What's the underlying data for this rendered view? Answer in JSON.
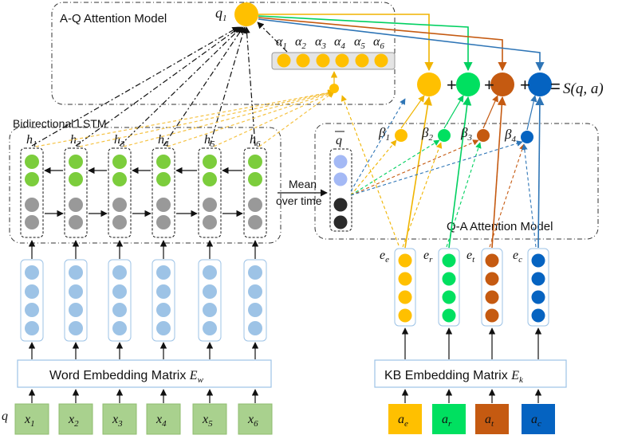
{
  "labels": {
    "aq_model": "A-Q Attention Model",
    "bilstm": "Bidirectional LSTM",
    "mean": "Mean",
    "over_time": "over time",
    "qa_model": "Q-A Attention Model",
    "word_emb": "Word Embedding Matrix ",
    "kb_emb": "KB Embedding Matrix ",
    "q_label": "q",
    "q1_base": "q",
    "q1_sub": "1",
    "qbar": "q",
    "score": "S(q, a)",
    "plus": "+",
    "equals": "="
  },
  "word_emb_symbol": {
    "base": "E",
    "sub": "w"
  },
  "kb_emb_symbol": {
    "base": "E",
    "sub": "k"
  },
  "lstm_labels": [
    {
      "base": "h",
      "sub": "1"
    },
    {
      "base": "h",
      "sub": "2"
    },
    {
      "base": "h",
      "sub": "3"
    },
    {
      "base": "h",
      "sub": "4"
    },
    {
      "base": "h",
      "sub": "5"
    },
    {
      "base": "h",
      "sub": "6"
    }
  ],
  "alpha_labels": [
    {
      "base": "α",
      "sub": "1"
    },
    {
      "base": "α",
      "sub": "2"
    },
    {
      "base": "α",
      "sub": "3"
    },
    {
      "base": "α",
      "sub": "4"
    },
    {
      "base": "α",
      "sub": "5"
    },
    {
      "base": "α",
      "sub": "6"
    }
  ],
  "beta_labels": [
    {
      "base": "β",
      "sub": "1"
    },
    {
      "base": "β",
      "sub": "2"
    },
    {
      "base": "β",
      "sub": "3"
    },
    {
      "base": "β",
      "sub": "4"
    }
  ],
  "inputs": [
    {
      "base": "x",
      "sub": "1"
    },
    {
      "base": "x",
      "sub": "2"
    },
    {
      "base": "x",
      "sub": "3"
    },
    {
      "base": "x",
      "sub": "4"
    },
    {
      "base": "x",
      "sub": "5"
    },
    {
      "base": "x",
      "sub": "6"
    }
  ],
  "answer_aspects": [
    {
      "base": "a",
      "sub": "e",
      "emb": "e",
      "color": "#ffc000"
    },
    {
      "base": "a",
      "sub": "r",
      "emb": "e",
      "color": "#00e060"
    },
    {
      "base": "a",
      "sub": "t",
      "emb": "e",
      "color": "#c55a11"
    },
    {
      "base": "a",
      "sub": "c",
      "emb": "e",
      "color": "#0563c1"
    }
  ],
  "colors": {
    "word_input": "#a9d18e",
    "word_emb_node": "#9dc3e6",
    "lstm_green": "#7ccd3c",
    "lstm_gray": "#999999",
    "qbar_light": "#a4b9f5",
    "qbar_dark": "#2b2b2b",
    "alpha": "#ffc000",
    "q1": "#ffc000",
    "dash_aq": "#f5c242"
  }
}
